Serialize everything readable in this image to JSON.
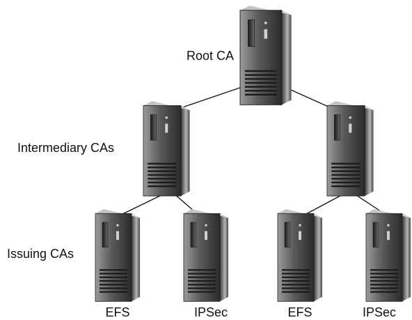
{
  "tiers": {
    "root_label": "Root CA",
    "intermediary_label": "Intermediary CAs",
    "issuing_label": "Issuing CAs"
  },
  "servers": {
    "leaf_1": "EFS",
    "leaf_2": "IPSec",
    "leaf_3": "EFS",
    "leaf_4": "IPSec"
  },
  "colors": {
    "body_dark": "#2b2b2b",
    "body_light": "#9a9a9a",
    "line": "#111111"
  },
  "icon": "server-tower-icon"
}
